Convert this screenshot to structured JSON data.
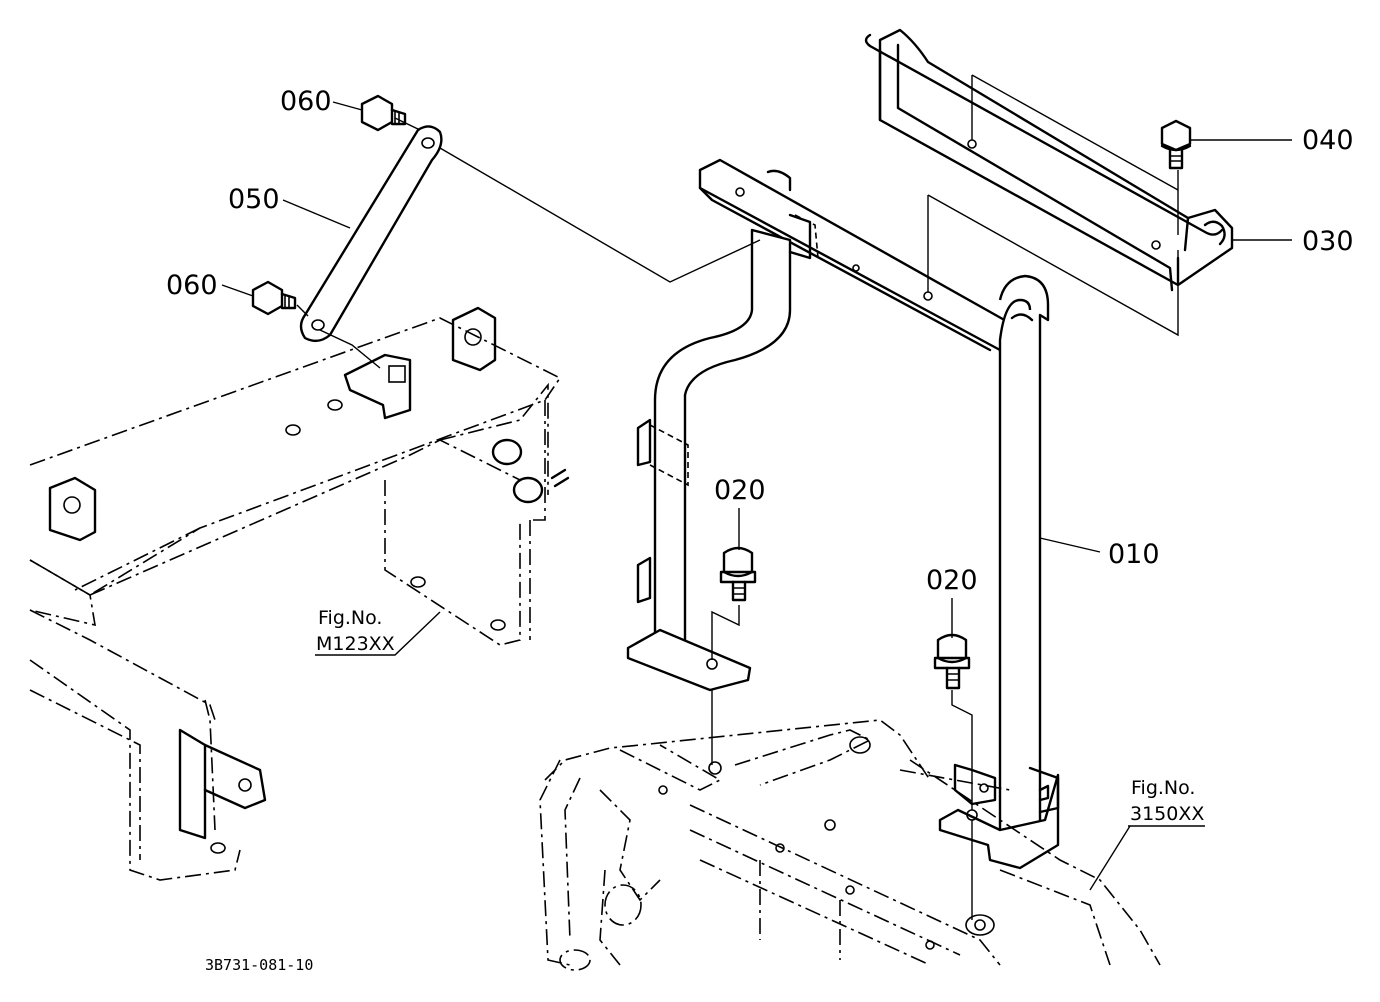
{
  "callouts": {
    "p010": "010",
    "p020a": "020",
    "p020b": "020",
    "p030": "030",
    "p040": "040",
    "p050": "050",
    "p060a": "060",
    "p060b": "060"
  },
  "figure_refs": {
    "left": {
      "line1": "Fig.No.",
      "line2": "M123XX"
    },
    "right": {
      "line1": "Fig.No.",
      "line2": "3150XX"
    }
  },
  "drawing_code": "3B731-081-10"
}
